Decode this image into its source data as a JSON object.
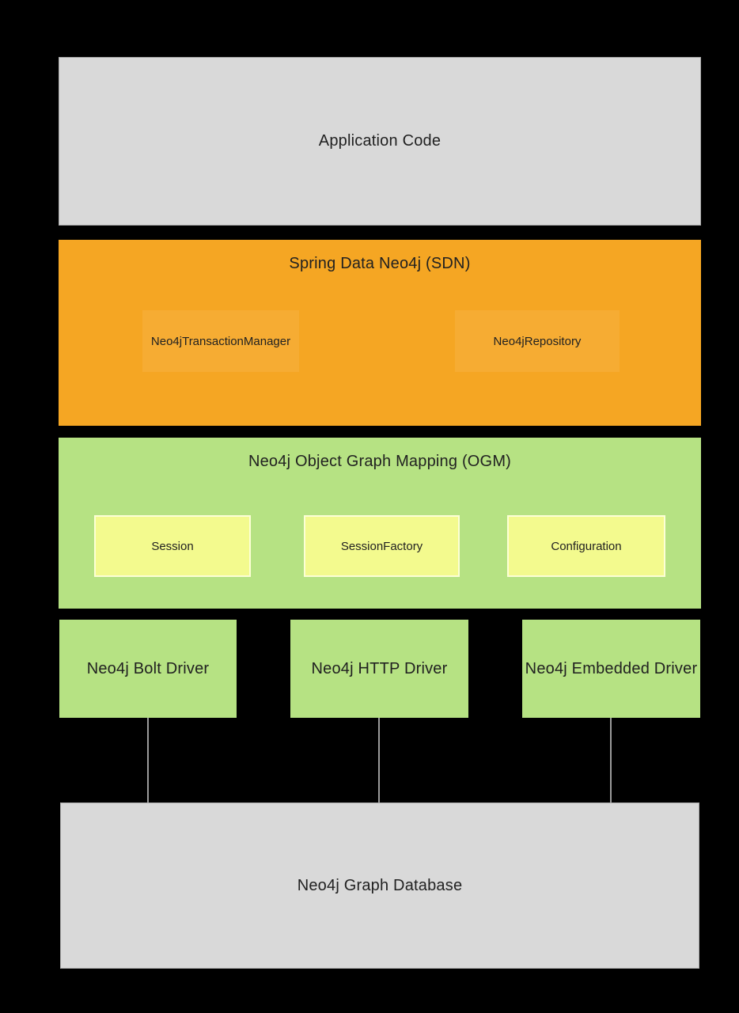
{
  "colors": {
    "background": "#000000",
    "gray_fill": "#d9d9d9",
    "gray_border": "#a9a9a9",
    "orange_fill": "#f5a623",
    "orange_inner": "#f6ac33",
    "green_fill": "#b6e283",
    "yellow_fill": "#f3fa8e",
    "yellow_border": "#fcffd5",
    "connector": "#9b9b9b",
    "text_dark": "#212121"
  },
  "layers": {
    "application_code": {
      "label": "Application Code"
    },
    "sdn": {
      "title": "Spring Data Neo4j (SDN)",
      "components": [
        {
          "label": "Neo4jTransactionManager"
        },
        {
          "label": "Neo4jRepository"
        }
      ]
    },
    "ogm": {
      "title": "Neo4j Object Graph Mapping (OGM)",
      "components": [
        {
          "label": "Session"
        },
        {
          "label": "SessionFactory"
        },
        {
          "label": "Configuration"
        }
      ]
    },
    "drivers": [
      {
        "label": "Neo4j Bolt Driver"
      },
      {
        "label": "Neo4j HTTP Driver"
      },
      {
        "label": "Neo4j Embedded Driver"
      }
    ],
    "database": {
      "label": "Neo4j Graph Database"
    }
  }
}
